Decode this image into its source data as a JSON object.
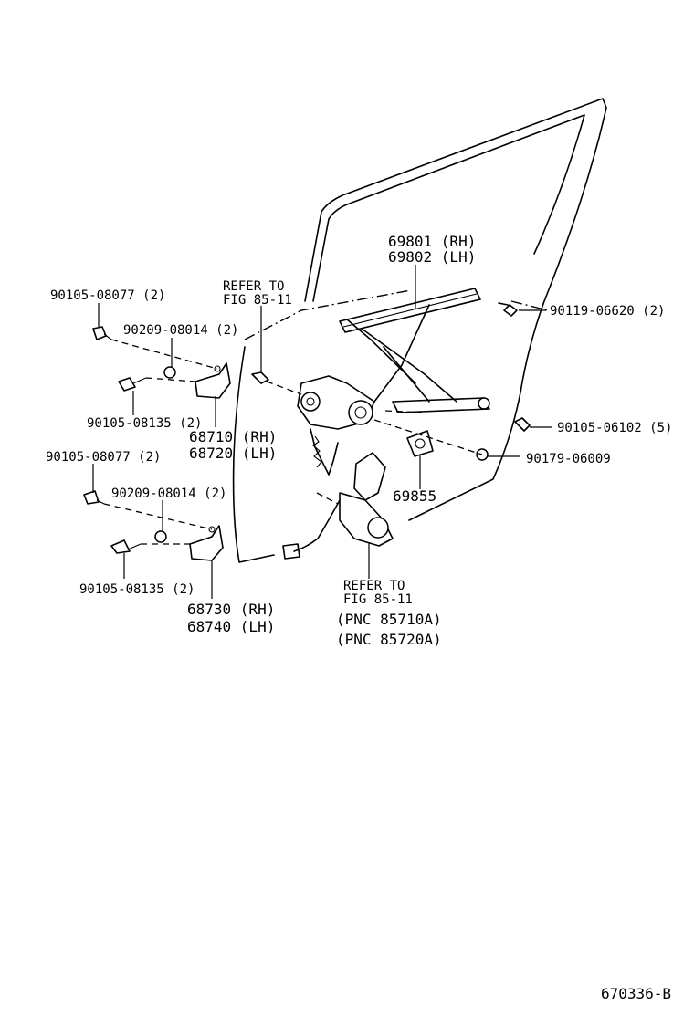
{
  "labels": {
    "p69801": "69801 (RH)",
    "p69802": "69802 (LH)",
    "refer_top_1": "REFER TO",
    "refer_top_2": "FIG 85-11",
    "p90105_08077_a": "90105-08077 (2)",
    "p90209_08014_a": "90209-08014 (2)",
    "p90105_08135_a": "90105-08135 (2)",
    "p68710": "68710 (RH)",
    "p68720": "68720 (LH)",
    "p90105_08077_b": "90105-08077 (2)",
    "p90209_08014_b": "90209-08014 (2)",
    "p90105_08135_b": "90105-08135 (2)",
    "p68730": "68730 (RH)",
    "p68740": "68740 (LH)",
    "p90119_06620": "90119-06620 (2)",
    "p90105_06102": "90105-06102 (5)",
    "p90179_06009": "90179-06009",
    "p69855": "69855",
    "refer_bot_1": "REFER TO",
    "refer_bot_2": "FIG 85-11",
    "pnc_85710a": "(PNC 85710A)",
    "pnc_85720a": "(PNC 85720A)",
    "figure_id": "670336-B"
  }
}
